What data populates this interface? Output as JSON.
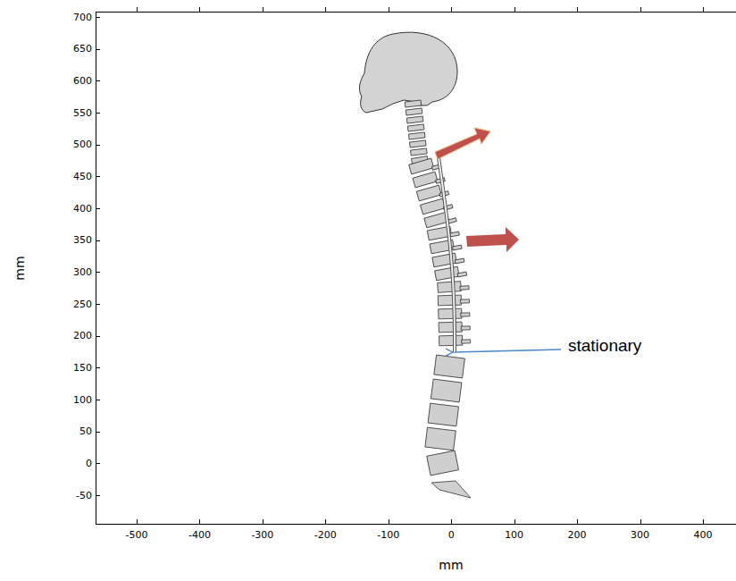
{
  "diagram": {
    "labels": [
      "700",
      "650",
      "600",
      "550",
      "500",
      "450",
      "400",
      "350",
      "300",
      "250",
      "200",
      "150",
      "100",
      "50",
      "0",
      "-50",
      "-500",
      "-400",
      "-300",
      "-200",
      "-100",
      "0",
      "100",
      "200",
      "300",
      "400",
      "mm",
      "mm",
      "stationary"
    ]
  }
}
